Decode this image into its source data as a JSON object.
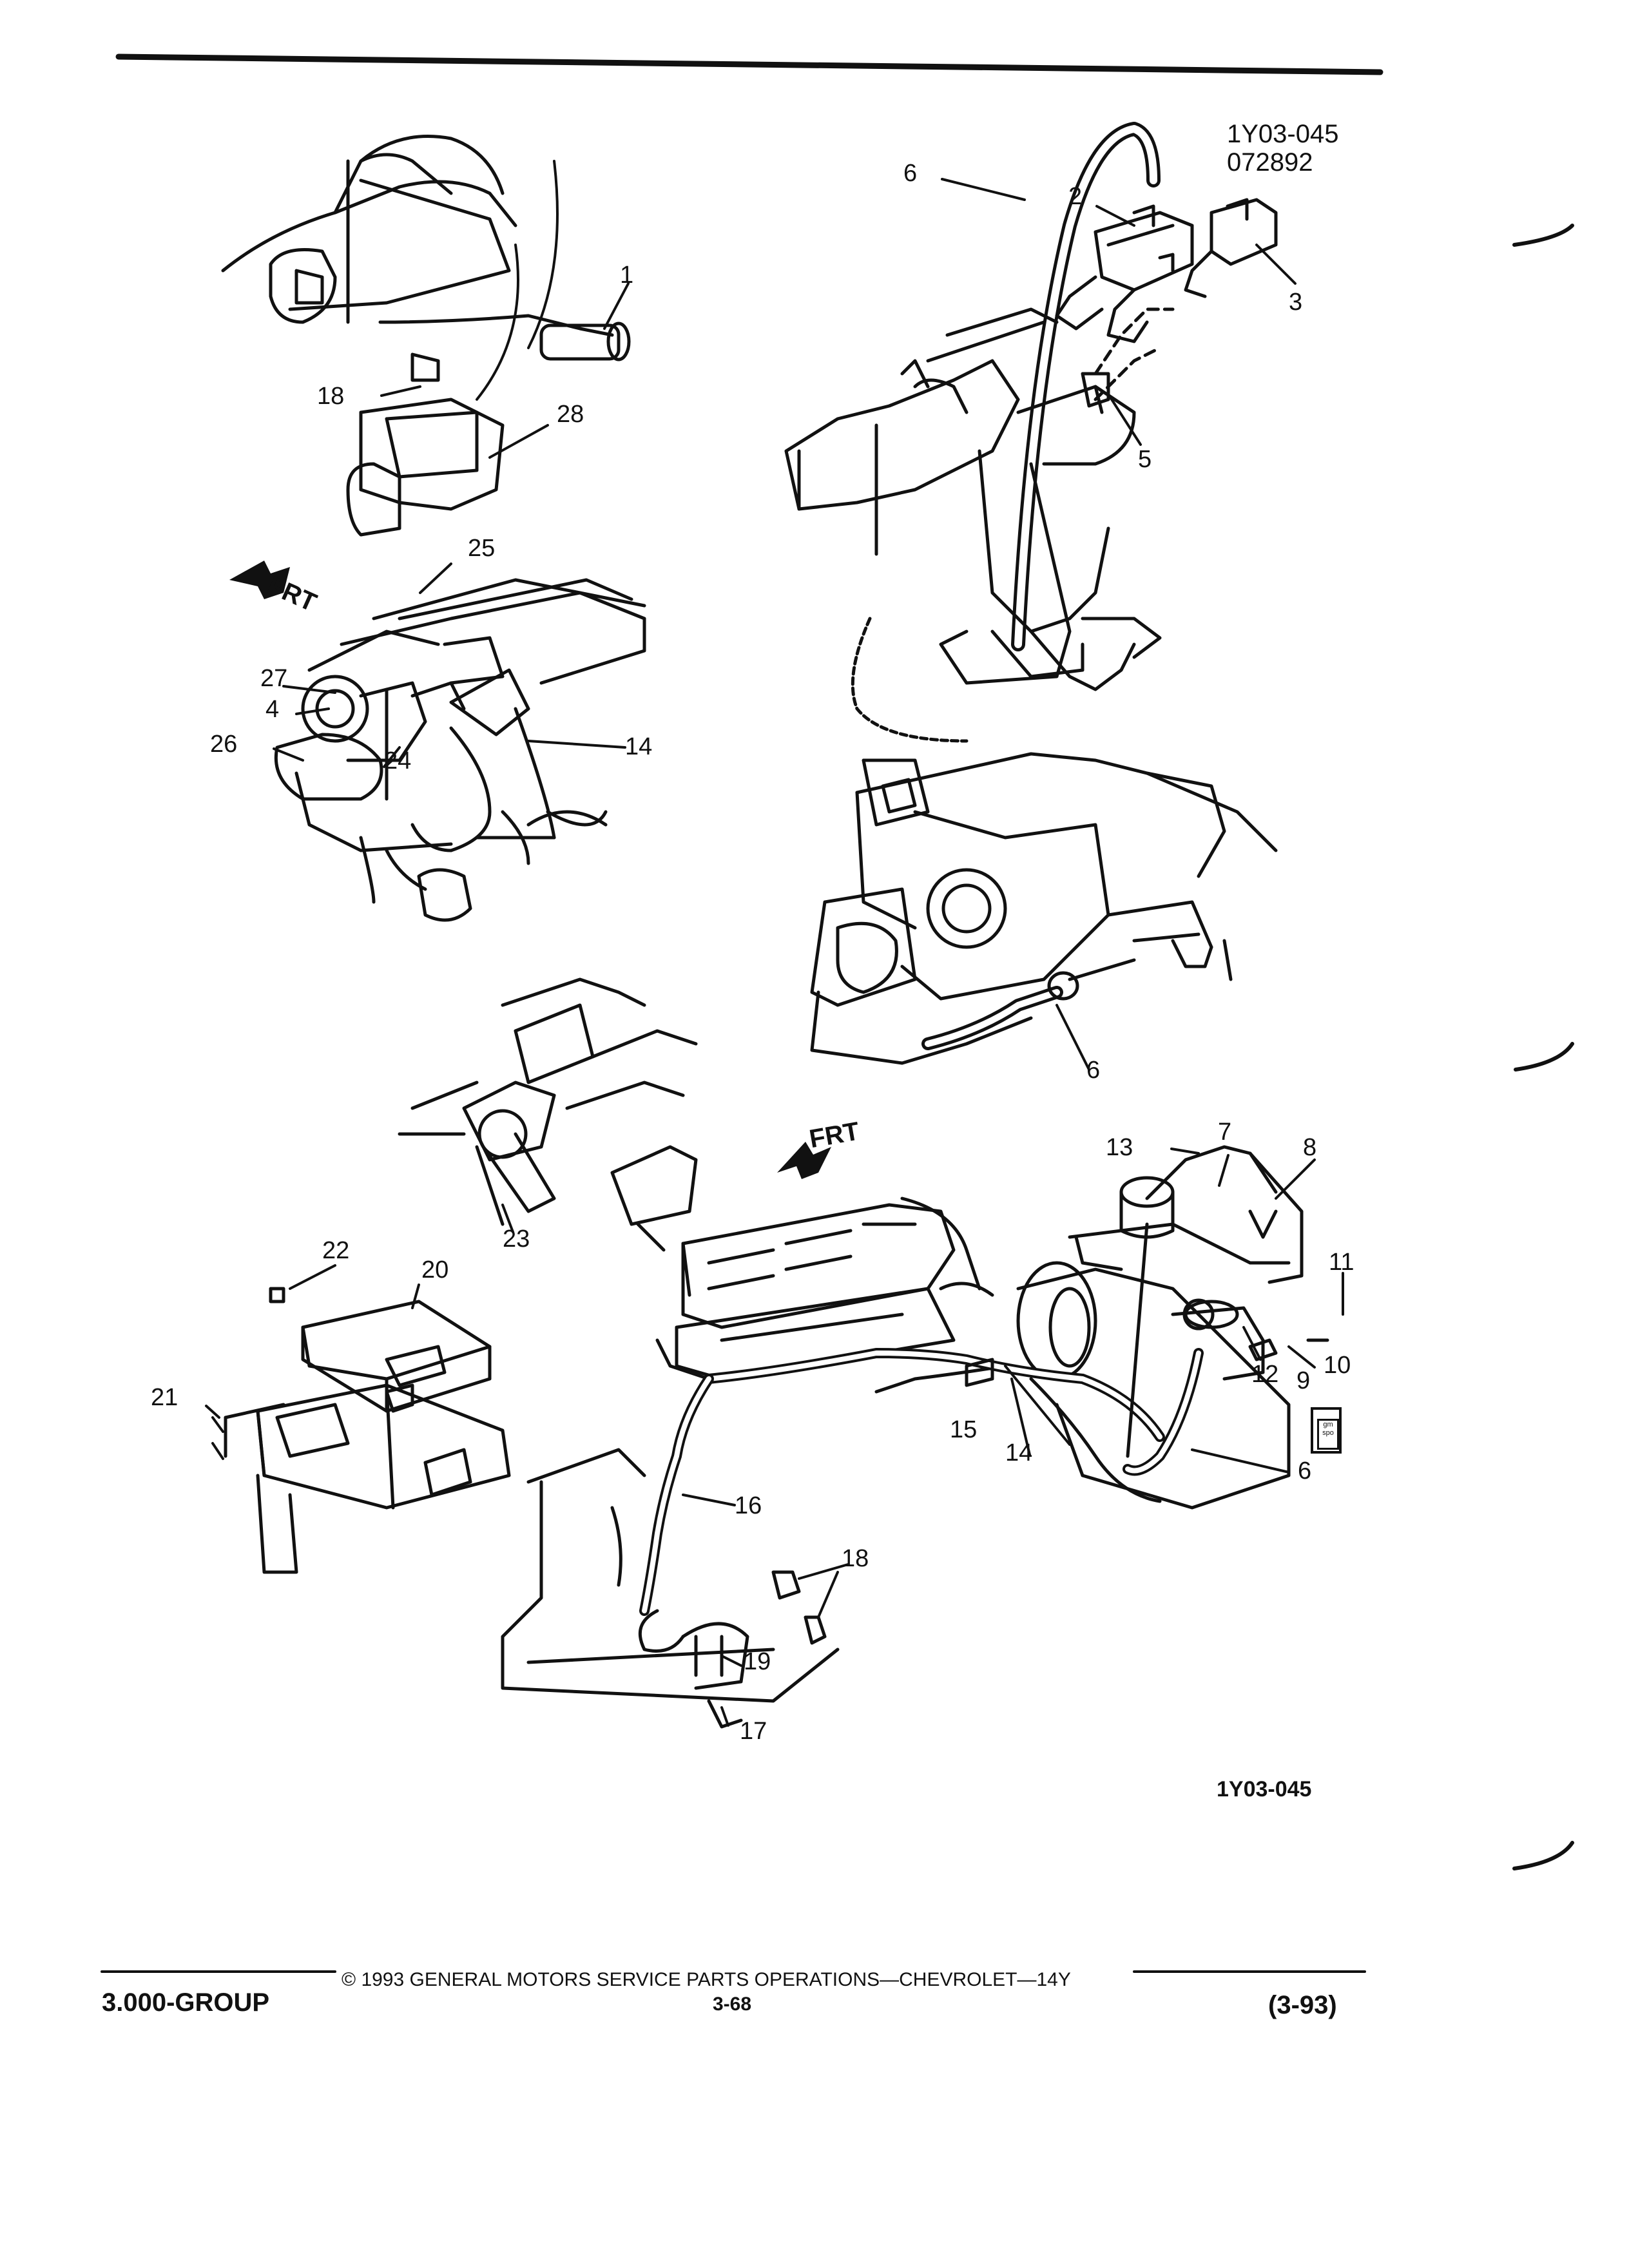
{
  "diagram_id": "1Y03-045",
  "diagram_date": "072892",
  "bottom_id": "1Y03-045",
  "frt_label": "FRT",
  "logo_text": "gm spo",
  "callouts": [
    "1",
    "2",
    "3",
    "4",
    "5",
    "6",
    "6",
    "6",
    "7",
    "8",
    "9",
    "10",
    "11",
    "12",
    "13",
    "14",
    "14",
    "15",
    "16",
    "17",
    "18",
    "18",
    "19",
    "20",
    "21",
    "22",
    "23",
    "24",
    "25",
    "26",
    "27",
    "28"
  ],
  "footer": {
    "copyright": "© 1993 GENERAL MOTORS SERVICE PARTS OPERATIONS—CHEVROLET—14Y",
    "group": "3.000-GROUP",
    "page": "3-68",
    "date": "(3-93)"
  }
}
